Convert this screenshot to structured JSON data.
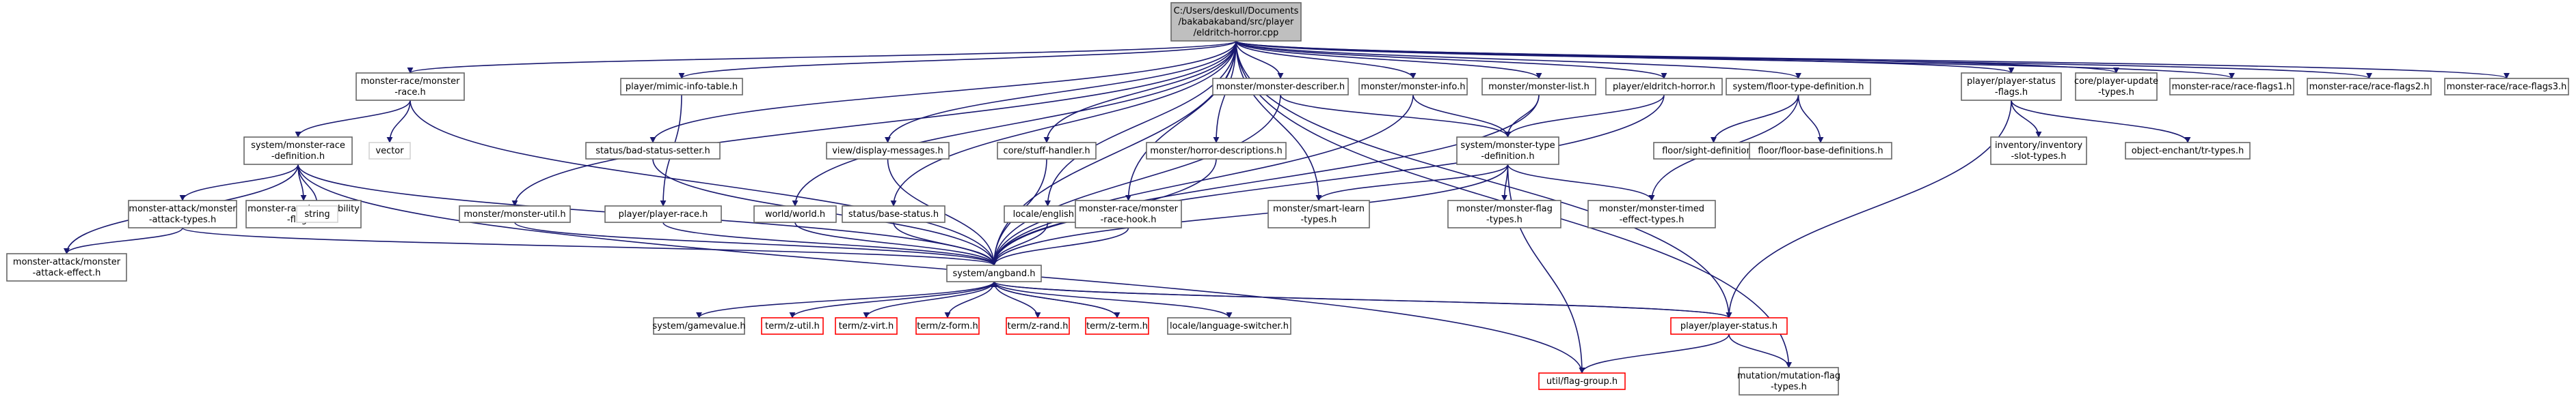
{
  "colors": {
    "edge": "#191970",
    "node_border": "#666666",
    "node_border_red": "#ff0000",
    "root_fill": "#bfbfbf",
    "node_fill": "#ffffff"
  },
  "nodes": [
    {
      "id": "root",
      "lines": [
        "C:/Users/deskull/Documents",
        "/bakabakaband/src/player",
        "/eldritch-horror.cpp"
      ],
      "style": "root"
    },
    {
      "id": "mr_race",
      "lines": [
        "monster-race/monster",
        "-race.h"
      ],
      "style": "normal"
    },
    {
      "id": "mimic",
      "lines": [
        "player/mimic-info-table.h"
      ],
      "style": "normal"
    },
    {
      "id": "mdesc",
      "lines": [
        "monster/monster-describer.h"
      ],
      "style": "normal"
    },
    {
      "id": "minfo",
      "lines": [
        "monster/monster-info.h"
      ],
      "style": "normal"
    },
    {
      "id": "mlist",
      "lines": [
        "monster/monster-list.h"
      ],
      "style": "normal"
    },
    {
      "id": "eld_h",
      "lines": [
        "player/eldritch-horror.h"
      ],
      "style": "normal"
    },
    {
      "id": "floortype",
      "lines": [
        "system/floor-type-definition.h"
      ],
      "style": "normal"
    },
    {
      "id": "pstatus_flags",
      "lines": [
        "player/player-status",
        "-flags.h"
      ],
      "style": "normal"
    },
    {
      "id": "pupdate",
      "lines": [
        "core/player-update",
        "-types.h"
      ],
      "style": "normal"
    },
    {
      "id": "rflags1",
      "lines": [
        "monster-race/race-flags1.h"
      ],
      "style": "normal"
    },
    {
      "id": "rflags2",
      "lines": [
        "monster-race/race-flags2.h"
      ],
      "style": "normal"
    },
    {
      "id": "rflags3",
      "lines": [
        "monster-race/race-flags3.h"
      ],
      "style": "normal"
    },
    {
      "id": "sys_mrdef",
      "lines": [
        "system/monster-race",
        "-definition.h"
      ],
      "style": "normal"
    },
    {
      "id": "vector",
      "lines": [
        "vector"
      ],
      "style": "plain"
    },
    {
      "id": "badstat",
      "lines": [
        "status/bad-status-setter.h"
      ],
      "style": "normal"
    },
    {
      "id": "dispmsg",
      "lines": [
        "view/display-messages.h"
      ],
      "style": "normal"
    },
    {
      "id": "stuff",
      "lines": [
        "core/stuff-handler.h"
      ],
      "style": "normal"
    },
    {
      "id": "mhorror",
      "lines": [
        "monster/horror-descriptions.h"
      ],
      "style": "normal"
    },
    {
      "id": "mtypedef",
      "lines": [
        "system/monster-type",
        "-definition.h"
      ],
      "style": "normal"
    },
    {
      "id": "sight",
      "lines": [
        "floor/sight-definitions.h"
      ],
      "style": "normal"
    },
    {
      "id": "floorbase",
      "lines": [
        "floor/floor-base-definitions.h"
      ],
      "style": "normal"
    },
    {
      "id": "inv_slot",
      "lines": [
        "inventory/inventory",
        "-slot-types.h"
      ],
      "style": "normal"
    },
    {
      "id": "objench",
      "lines": [
        "object-enchant/tr-types.h"
      ],
      "style": "normal"
    },
    {
      "id": "mutil",
      "lines": [
        "monster/monster-util.h"
      ],
      "style": "normal"
    },
    {
      "id": "prace",
      "lines": [
        "player/player-race.h"
      ],
      "style": "normal"
    },
    {
      "id": "maat",
      "lines": [
        "monster-attack/monster",
        "-attack-types.h"
      ],
      "style": "normal"
    },
    {
      "id": "rability",
      "lines": [
        "monster-race/race-ability",
        "-flags.h"
      ],
      "style": "normal"
    },
    {
      "id": "string",
      "lines": [
        "string"
      ],
      "style": "plain"
    },
    {
      "id": "worldh",
      "lines": [
        "world/world.h"
      ],
      "style": "normal"
    },
    {
      "id": "basestat",
      "lines": [
        "status/base-status.h"
      ],
      "style": "normal"
    },
    {
      "id": "locale_en",
      "lines": [
        "locale/english.h"
      ],
      "style": "normal"
    },
    {
      "id": "mrhook",
      "lines": [
        "monster-race/monster",
        "-race-hook.h"
      ],
      "style": "normal"
    },
    {
      "id": "msmart",
      "lines": [
        "monster/smart-learn",
        "-types.h"
      ],
      "style": "normal"
    },
    {
      "id": "mflag",
      "lines": [
        "monster/monster-flag",
        "-types.h"
      ],
      "style": "normal"
    },
    {
      "id": "mtimed",
      "lines": [
        "monster/monster-timed",
        "-effect-types.h"
      ],
      "style": "normal"
    },
    {
      "id": "maeff",
      "lines": [
        "monster-attack/monster",
        "-attack-effect.h"
      ],
      "style": "normal"
    },
    {
      "id": "angband",
      "lines": [
        "system/angband.h"
      ],
      "style": "normal"
    },
    {
      "id": "gamevalue",
      "lines": [
        "system/gamevalue.h"
      ],
      "style": "normal"
    },
    {
      "id": "zutil",
      "lines": [
        "term/z-util.h"
      ],
      "style": "red"
    },
    {
      "id": "zvirt",
      "lines": [
        "term/z-virt.h"
      ],
      "style": "red"
    },
    {
      "id": "zform",
      "lines": [
        "term/z-form.h"
      ],
      "style": "red"
    },
    {
      "id": "zrand",
      "lines": [
        "term/z-rand.h"
      ],
      "style": "red"
    },
    {
      "id": "zterm",
      "lines": [
        "term/z-term.h"
      ],
      "style": "red"
    },
    {
      "id": "langsw",
      "lines": [
        "locale/language-switcher.h"
      ],
      "style": "normal"
    },
    {
      "id": "pstatus",
      "lines": [
        "player/player-status.h"
      ],
      "style": "red"
    },
    {
      "id": "flaggroup",
      "lines": [
        "util/flag-group.h"
      ],
      "style": "red"
    },
    {
      "id": "mutation",
      "lines": [
        "mutation/mutation-flag",
        "-types.h"
      ],
      "style": "normal"
    }
  ],
  "edges": [
    [
      "root",
      "mr_race"
    ],
    [
      "root",
      "mimic"
    ],
    [
      "root",
      "mdesc"
    ],
    [
      "root",
      "minfo"
    ],
    [
      "root",
      "mlist"
    ],
    [
      "root",
      "eld_h"
    ],
    [
      "root",
      "floortype"
    ],
    [
      "root",
      "pstatus_flags"
    ],
    [
      "root",
      "pupdate"
    ],
    [
      "root",
      "rflags1"
    ],
    [
      "root",
      "rflags2"
    ],
    [
      "root",
      "rflags3"
    ],
    [
      "root",
      "mutil"
    ],
    [
      "root",
      "badstat"
    ],
    [
      "root",
      "dispmsg"
    ],
    [
      "root",
      "worldh"
    ],
    [
      "root",
      "basestat"
    ],
    [
      "root",
      "locale_en"
    ],
    [
      "root",
      "stuff"
    ],
    [
      "root",
      "mrhook"
    ],
    [
      "root",
      "mhorror"
    ],
    [
      "root",
      "msmart"
    ],
    [
      "root",
      "angband"
    ],
    [
      "root",
      "pstatus"
    ],
    [
      "root",
      "mutation"
    ],
    [
      "mr_race",
      "sys_mrdef"
    ],
    [
      "mr_race",
      "vector"
    ],
    [
      "mr_race",
      "angband"
    ],
    [
      "sys_mrdef",
      "maat"
    ],
    [
      "sys_mrdef",
      "rability"
    ],
    [
      "sys_mrdef",
      "string"
    ],
    [
      "sys_mrdef",
      "maeff"
    ],
    [
      "sys_mrdef",
      "angband"
    ],
    [
      "sys_mrdef",
      "flaggroup"
    ],
    [
      "maat",
      "maeff"
    ],
    [
      "maat",
      "angband"
    ],
    [
      "mimic",
      "prace"
    ],
    [
      "prace",
      "angband"
    ],
    [
      "mdesc",
      "mtypedef"
    ],
    [
      "mdesc",
      "angband"
    ],
    [
      "minfo",
      "mtypedef"
    ],
    [
      "minfo",
      "angband"
    ],
    [
      "mlist",
      "mtypedef"
    ],
    [
      "mlist",
      "angband"
    ],
    [
      "eld_h",
      "mtypedef"
    ],
    [
      "eld_h",
      "angband"
    ],
    [
      "mtypedef",
      "msmart"
    ],
    [
      "mtypedef",
      "mflag"
    ],
    [
      "mtypedef",
      "mtimed"
    ],
    [
      "mtypedef",
      "flaggroup"
    ],
    [
      "mtypedef",
      "angband"
    ],
    [
      "floortype",
      "sight"
    ],
    [
      "floortype",
      "floorbase"
    ],
    [
      "floortype",
      "mtimed"
    ],
    [
      "pstatus_flags",
      "inv_slot"
    ],
    [
      "pstatus_flags",
      "objench"
    ],
    [
      "pstatus_flags",
      "pstatus"
    ],
    [
      "badstat",
      "angband"
    ],
    [
      "dispmsg",
      "angband"
    ],
    [
      "stuff",
      "angband"
    ],
    [
      "mhorror",
      "angband"
    ],
    [
      "mutil",
      "angband"
    ],
    [
      "worldh",
      "angband"
    ],
    [
      "basestat",
      "angband"
    ],
    [
      "locale_en",
      "angband"
    ],
    [
      "mrhook",
      "angband"
    ],
    [
      "angband",
      "gamevalue"
    ],
    [
      "angband",
      "zutil"
    ],
    [
      "angband",
      "zvirt"
    ],
    [
      "angband",
      "zform"
    ],
    [
      "angband",
      "zrand"
    ],
    [
      "angband",
      "zterm"
    ],
    [
      "angband",
      "langsw"
    ],
    [
      "angband",
      "pstatus"
    ],
    [
      "zterm",
      "angband"
    ],
    [
      "pstatus",
      "angband"
    ],
    [
      "pstatus",
      "flaggroup"
    ],
    [
      "pstatus",
      "mutation"
    ]
  ]
}
